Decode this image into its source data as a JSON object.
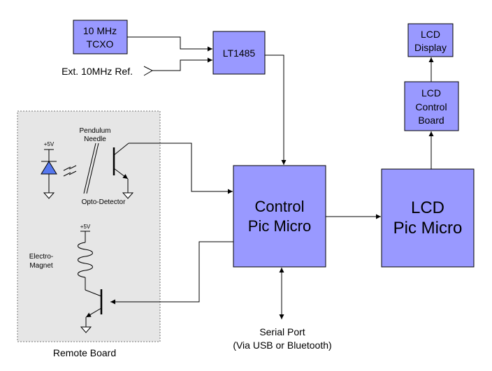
{
  "blocks": {
    "tcxo": [
      "10 MHz",
      "TCXO"
    ],
    "lt1485": "LT1485",
    "control": [
      "Control",
      "Pic Micro"
    ],
    "lcd_micro": [
      "LCD",
      "Pic Micro"
    ],
    "lcd_control_board": [
      "LCD",
      "Control",
      "Board"
    ],
    "lcd_display": [
      "LCD",
      "Display"
    ]
  },
  "labels": {
    "ext_ref": "Ext. 10MHz Ref.",
    "serial_port": [
      "Serial Port",
      "(Via USB or Bluetooth)"
    ],
    "remote_board": "Remote Board",
    "pendulum_needle": [
      "Pendulum",
      "Needle"
    ],
    "opto_detector": "Opto-Detector",
    "electro_magnet": [
      "Electro-",
      "Magnet"
    ],
    "supply_led": "+5V",
    "supply_coil": "+5V"
  },
  "colors": {
    "block_fill": "#9999ff",
    "remote_board_fill": "#e6e6e6",
    "led_fill": "#5577ee"
  }
}
